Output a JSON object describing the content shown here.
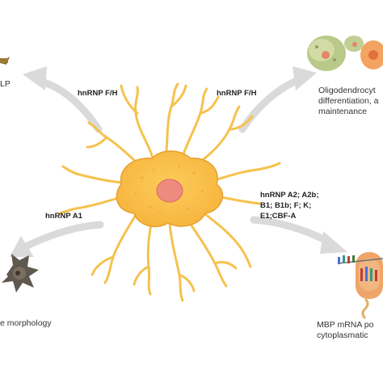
{
  "labels": {
    "arrow_top_left": "hnRNP F/H",
    "arrow_top_right": "hnRNP F/H",
    "arrow_left": "hnRNP A1",
    "arrow_right_lines": [
      "hnRNP A2; A2b;",
      "B1; B1b; F; K;",
      "E1;CBF-A"
    ]
  },
  "outcomes": {
    "top_left": "LP",
    "top_right_lines": [
      "Oligodendrocyt",
      "differentiation, a",
      "maintenance"
    ],
    "bottom_left": "e morphology",
    "bottom_right_lines": [
      "MBP mRNA po",
      "cytoplasmatic"
    ]
  },
  "colors": {
    "cell_body": "#F9BE45",
    "cell_outline": "#E6A030",
    "process": "#F5C24E",
    "nucleus": "#EF8A80",
    "arrow": "#DADADA",
    "text": "#222222"
  }
}
